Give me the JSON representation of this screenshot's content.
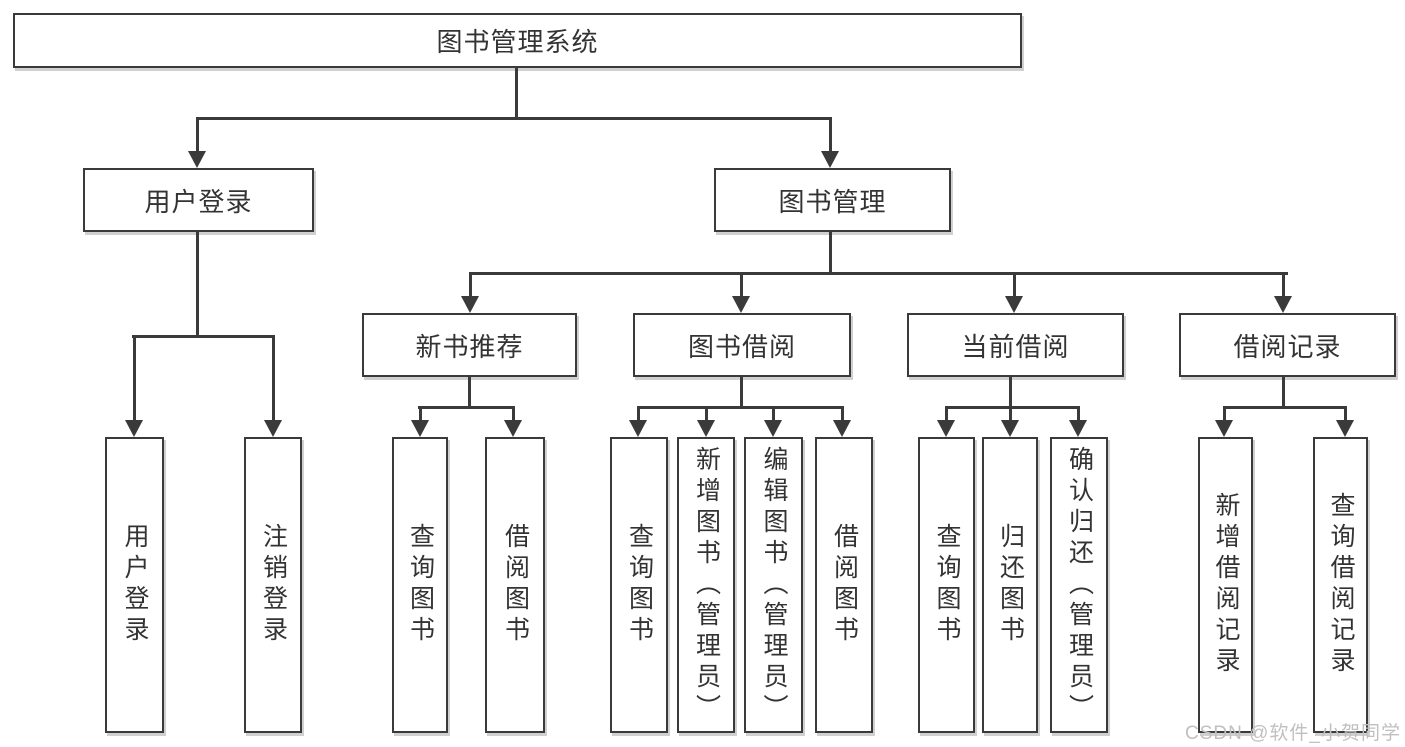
{
  "page": {
    "background": "#ffffff"
  },
  "style": {
    "line_color": "#3a3a3a",
    "box_border_color": "#3a3a3a",
    "text_color": "#333333",
    "watermark_color": "#c0c0c0"
  },
  "tree": {
    "label": "图书管理系统",
    "children": [
      {
        "label": "用户登录",
        "children": [
          {
            "label": "用户登录"
          },
          {
            "label": "注销登录"
          }
        ]
      },
      {
        "label": "图书管理",
        "children": [
          {
            "label": "新书推荐",
            "children": [
              {
                "label": "查询图书"
              },
              {
                "label": "借阅图书"
              }
            ]
          },
          {
            "label": "图书借阅",
            "children": [
              {
                "label": "查询图书"
              },
              {
                "label": "新增图书（管理员）"
              },
              {
                "label": "编辑图书（管理员）"
              },
              {
                "label": "借阅图书"
              }
            ]
          },
          {
            "label": "当前借阅",
            "children": [
              {
                "label": "查询图书"
              },
              {
                "label": "归还图书"
              },
              {
                "label": "确认归还（管理员）"
              }
            ]
          },
          {
            "label": "借阅记录",
            "children": [
              {
                "label": "新增借阅记录"
              },
              {
                "label": "查询借阅记录"
              }
            ]
          }
        ]
      }
    ]
  },
  "watermark": {
    "text": "CSDN @软件_小贺同学"
  }
}
